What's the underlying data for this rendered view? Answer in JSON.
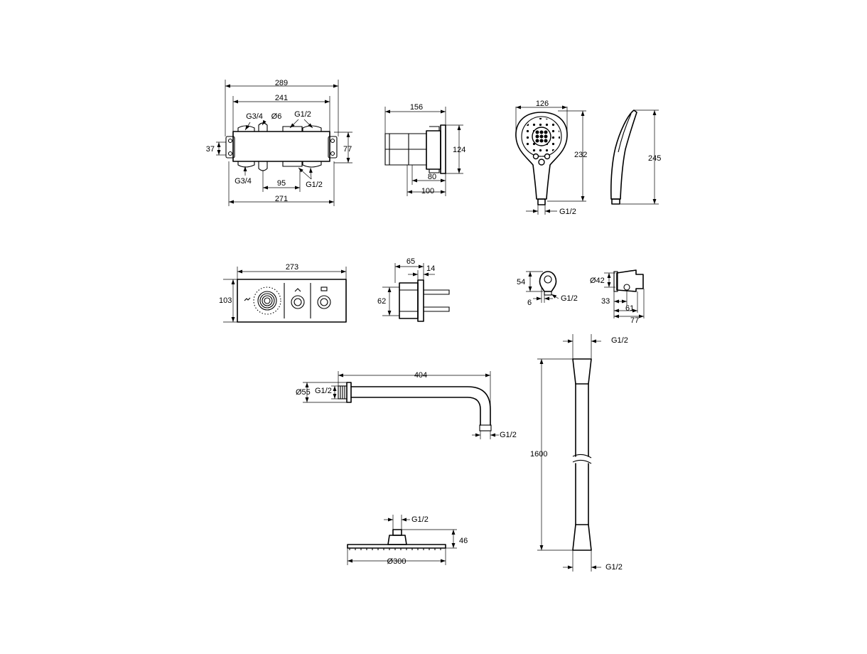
{
  "colors": {
    "line": "#000000",
    "background": "#ffffff"
  },
  "diagram": {
    "box": {
      "d289": "289",
      "d241": "241",
      "d271": "271",
      "d95": "95",
      "d37": "37",
      "d77": "77",
      "g34_top": "G3/4",
      "g34_bottom": "G3/4",
      "g12_top": "G1/2",
      "g12_bottom": "G1/2",
      "phi6": "Ø6"
    },
    "box_side": {
      "d156": "156",
      "d124": "124",
      "d80": "80",
      "d100": "100"
    },
    "hand_shower": {
      "d126": "126",
      "d232": "232",
      "g12": "G1/2"
    },
    "hand_shower_side": {
      "d245": "245"
    },
    "panel": {
      "d273": "273",
      "d103": "103"
    },
    "panel_side": {
      "d65": "65",
      "d14": "14",
      "d62": "62"
    },
    "outlet": {
      "d54": "54",
      "d6": "6",
      "g12": "G1/2"
    },
    "holder": {
      "phi42": "Ø42",
      "d33": "33",
      "d61": "61",
      "d77": "77"
    },
    "arm": {
      "d404": "404",
      "phi55": "Ø55",
      "g12_wall": "G1/2",
      "g12_end": "G1/2"
    },
    "hose": {
      "g12_top": "G1/2",
      "d1600": "1600",
      "g12_bottom": "G1/2"
    },
    "head": {
      "g12": "G1/2",
      "d46": "46",
      "phi300": "Ø300"
    }
  }
}
